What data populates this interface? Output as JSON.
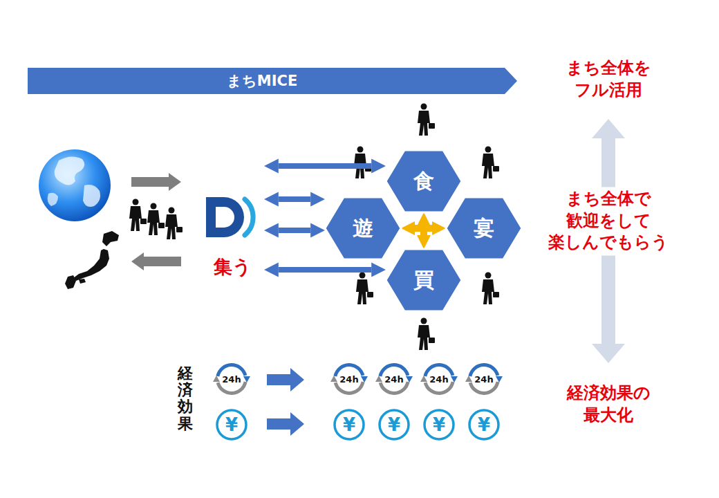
{
  "diagram": {
    "nodes": [
      {
        "text": [
          "まちMICE"
        ]
      },
      {
        "text": [
          "集う"
        ]
      },
      {
        "text": [
          "食"
        ]
      },
      {
        "text": [
          "遊"
        ]
      },
      {
        "text": [
          "宴"
        ]
      },
      {
        "text": [
          "買"
        ]
      }
    ],
    "edges": [
      {
        "from": 1,
        "to": 2,
        "arrow": "both"
      },
      {
        "from": 1,
        "to": 3,
        "arrow": "both"
      },
      {
        "from": 1,
        "to": 3,
        "arrow": "both"
      },
      {
        "from": 1,
        "to": 5,
        "arrow": "both"
      },
      {
        "from": 3,
        "to": 4,
        "arrow": "both"
      },
      {
        "from": 2,
        "to": 5,
        "arrow": "both"
      }
    ],
    "labels": [
      "まち全体を フル活用",
      "まち全体で 歓迎をして 楽しんでもらう",
      "経済効果",
      "24h",
      "24h",
      "24h",
      "24h",
      "24h",
      "¥",
      "¥",
      "¥",
      "¥",
      "¥",
      "経済効果の 最大化"
    ]
  }
}
